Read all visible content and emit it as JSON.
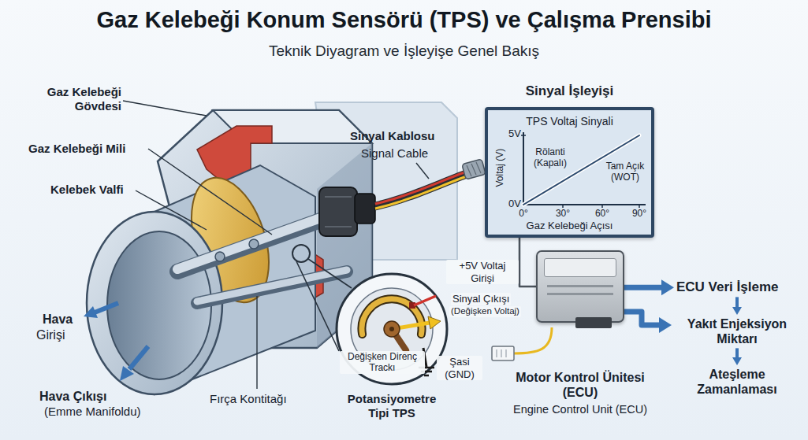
{
  "diagram": {
    "title": "Gaz Kelebeği Konum Sensörü (TPS) ve Çalışma Prensibi",
    "nodes": [
      {
        "text": [
          "Sinyal İşleyişi",
          "TPS Voltaj Sinyali",
          "5V",
          "0V",
          "Voltaj (V)",
          "Rölanti (Kapalı)",
          "Tam Açık (WOT)",
          "0°",
          "30°",
          "60°",
          "90°",
          "Gaz Kelebeği Açısı"
        ]
      },
      {
        "text": [
          "Motor Kontrol Ünitesi (ECU)",
          "Engine Control Unit (ECU)"
        ]
      },
      {
        "text": [
          "ECU Veri İşleme"
        ]
      },
      {
        "text": [
          "Yakıt Enjeksiyon Miktarı"
        ]
      },
      {
        "text": [
          "Ateşleme Zamanlaması"
        ]
      },
      {
        "text": [
          "Potansiyometre Tipi TPS"
        ]
      }
    ],
    "edges": [
      {
        "from": 0,
        "to": 1,
        "arrow": "none"
      },
      {
        "from": 1,
        "to": 2,
        "arrow": "to"
      },
      {
        "from": 1,
        "to": 3,
        "arrow": "to"
      },
      {
        "from": 2,
        "to": 3,
        "arrow": "to"
      },
      {
        "from": 3,
        "to": 4,
        "arrow": "to"
      }
    ],
    "labels": [
      "Teknik Diyagram ve İşleyişe Genel Bakış",
      "Gaz Kelebeği Gövdesi",
      "Gaz Kelebeği Mili",
      "Kelebek Valfi",
      "Sinyal Kablosu",
      "Signal Cable",
      "Hava",
      "Girişi",
      "Hava Çıkışı",
      "(Emme Manifoldu)",
      "Fırça Kontitağı",
      "+5V Voltaj Girişi",
      "Sinyal Çıkışı",
      "(Değişken Voltaj)",
      "Değişken Direnç Trackı",
      "Şasi (GND)"
    ]
  }
}
